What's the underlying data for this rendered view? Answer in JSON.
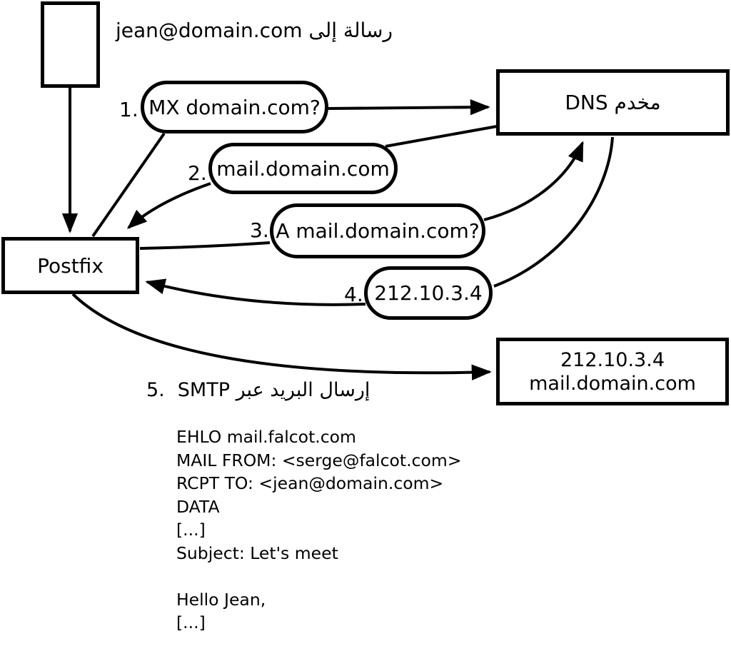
{
  "figure": {
    "background": "#ffffff",
    "stroke_color": "#000000",
    "message_label": "رسالة إلى jean@domain.com",
    "nodes": {
      "dns_label": "مخدم DNS",
      "postfix_label": "Postfix",
      "mailserver_line1": "212.10.3.4",
      "mailserver_line2": "mail.domain.com"
    },
    "steps": [
      {
        "num": "1.",
        "label": "MX domain.com?"
      },
      {
        "num": "2.",
        "label": "mail.domain.com"
      },
      {
        "num": "3.",
        "label": "A mail.domain.com?"
      },
      {
        "num": "4.",
        "label": "212.10.3.4"
      },
      {
        "num": "5.",
        "label": "إرسال البريد عبر SMTP"
      }
    ],
    "smtp_session": "EHLO mail.falcot.com\nMAIL FROM: <serge@falcot.com>\nRCPT TO: <jean@domain.com>\nDATA\n[...]\nSubject: Let's meet\n\nHello Jean,\n[...]\n\n."
  }
}
